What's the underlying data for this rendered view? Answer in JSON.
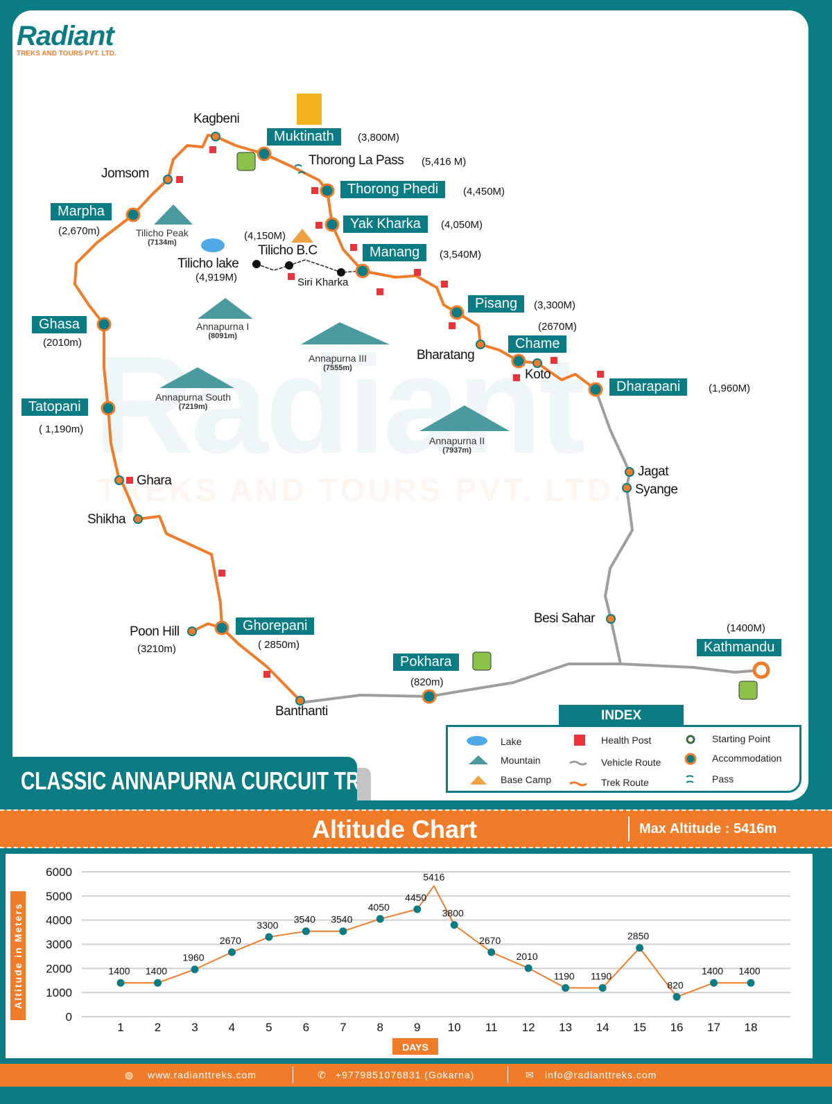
{
  "logo": {
    "name": "Radiant",
    "subtitle": "TREKS AND TOURS PVT. LTD."
  },
  "map": {
    "accommodation": [
      {
        "name": "Muktinath",
        "alt": "(3,800M)"
      },
      {
        "name": "Thorong Phedi",
        "alt": "(4,450M)"
      },
      {
        "name": "Yak Kharka",
        "alt": "(4,050M)"
      },
      {
        "name": "Manang",
        "alt": "(3,540M)"
      },
      {
        "name": "Pisang",
        "alt": "(3,300M)"
      },
      {
        "name": "Chame",
        "alt": "(2670M)"
      },
      {
        "name": "Dharapani",
        "alt": "(1,960M)"
      },
      {
        "name": "Marpha",
        "alt": "(2,670m)"
      },
      {
        "name": "Ghasa",
        "alt": "(2010m)"
      },
      {
        "name": "Tatopani",
        "alt": "( 1,190m)"
      },
      {
        "name": "Ghorepani",
        "alt": "( 2850m)"
      },
      {
        "name": "Pokhara",
        "alt": "(820m)"
      },
      {
        "name": "Kathmandu",
        "alt": "(1400M)"
      }
    ],
    "stops": {
      "kagbeni": "Kagbeni",
      "jomsom": "Jomsom",
      "bharatang": "Bharatang",
      "koto": "Koto",
      "jagat": "Jagat",
      "syange": "Syange",
      "besi_sahar": "Besi Sahar",
      "ghara": "Ghara",
      "shikha": "Shikha",
      "poon_hill": "Poon Hill",
      "poon_hill_alt": "(3210m)",
      "banthanti": "Banthanti",
      "siri_kharka": "Siri Kharka",
      "tilicho_lake": "Tilicho lake",
      "tilicho_lake_alt": "(4,919M)",
      "tilicho_bc": "Tilicho B.C",
      "tilicho_bc_alt": "(4,150M)"
    },
    "pass": {
      "name": "Thorong La Pass",
      "alt": "(5,416 M)"
    },
    "mountains": [
      {
        "name": "Tilicho Peak",
        "alt": "(7134m)"
      },
      {
        "name": "Annapurna I",
        "alt": "(8091m)"
      },
      {
        "name": "Annapurna III",
        "alt": "(7555m)"
      },
      {
        "name": "Annapurna South",
        "alt": "(7219m)"
      },
      {
        "name": "Annapurna II",
        "alt": "(7937m)"
      }
    ],
    "watermark": "Radiant",
    "watermark_sub": "TREKS AND TOURS PVT. LTD.",
    "colors": {
      "trek_route": "#f07c2a",
      "vehicle_route": "#9e9e9e",
      "accommodation": "#0b7b84",
      "health_post": "#e8343a"
    }
  },
  "title": "CLASSIC ANNAPURNA CURCUIT TREK",
  "index": {
    "heading": "INDEX",
    "items": [
      "Lake",
      "Mountain",
      "Base Camp",
      "Health Post",
      "Vehicle Route",
      "Trek Route",
      "Starting Point",
      "Accommodation",
      "Pass"
    ]
  },
  "banner": {
    "title": "Altitude Chart",
    "max": "Max Altitude : 5416m"
  },
  "chart_data": {
    "type": "line",
    "xlabel": "DAYS",
    "ylabel": "Altitude in Meters",
    "ylim": [
      0,
      6000
    ],
    "yticks": [
      0,
      1000,
      2000,
      3000,
      4000,
      5000,
      6000
    ],
    "x": [
      1,
      2,
      3,
      4,
      5,
      6,
      7,
      8,
      9,
      10,
      11,
      12,
      13,
      14,
      15,
      16,
      17,
      18
    ],
    "values": [
      1400,
      1400,
      1960,
      2670,
      3300,
      3540,
      3540,
      4050,
      4450,
      3800,
      2670,
      2010,
      1190,
      1190,
      2850,
      820,
      1400,
      1400
    ],
    "peak": {
      "x": 9.45,
      "y": 5416,
      "label": "5416"
    },
    "grid": true,
    "colors": {
      "line": "#f07c2a",
      "marker": "#0b7b84"
    }
  },
  "footer": {
    "website": "www.radianttreks.com",
    "phone": "+9779851076831 (Gokarna)",
    "email": "info@radianttreks.com"
  }
}
